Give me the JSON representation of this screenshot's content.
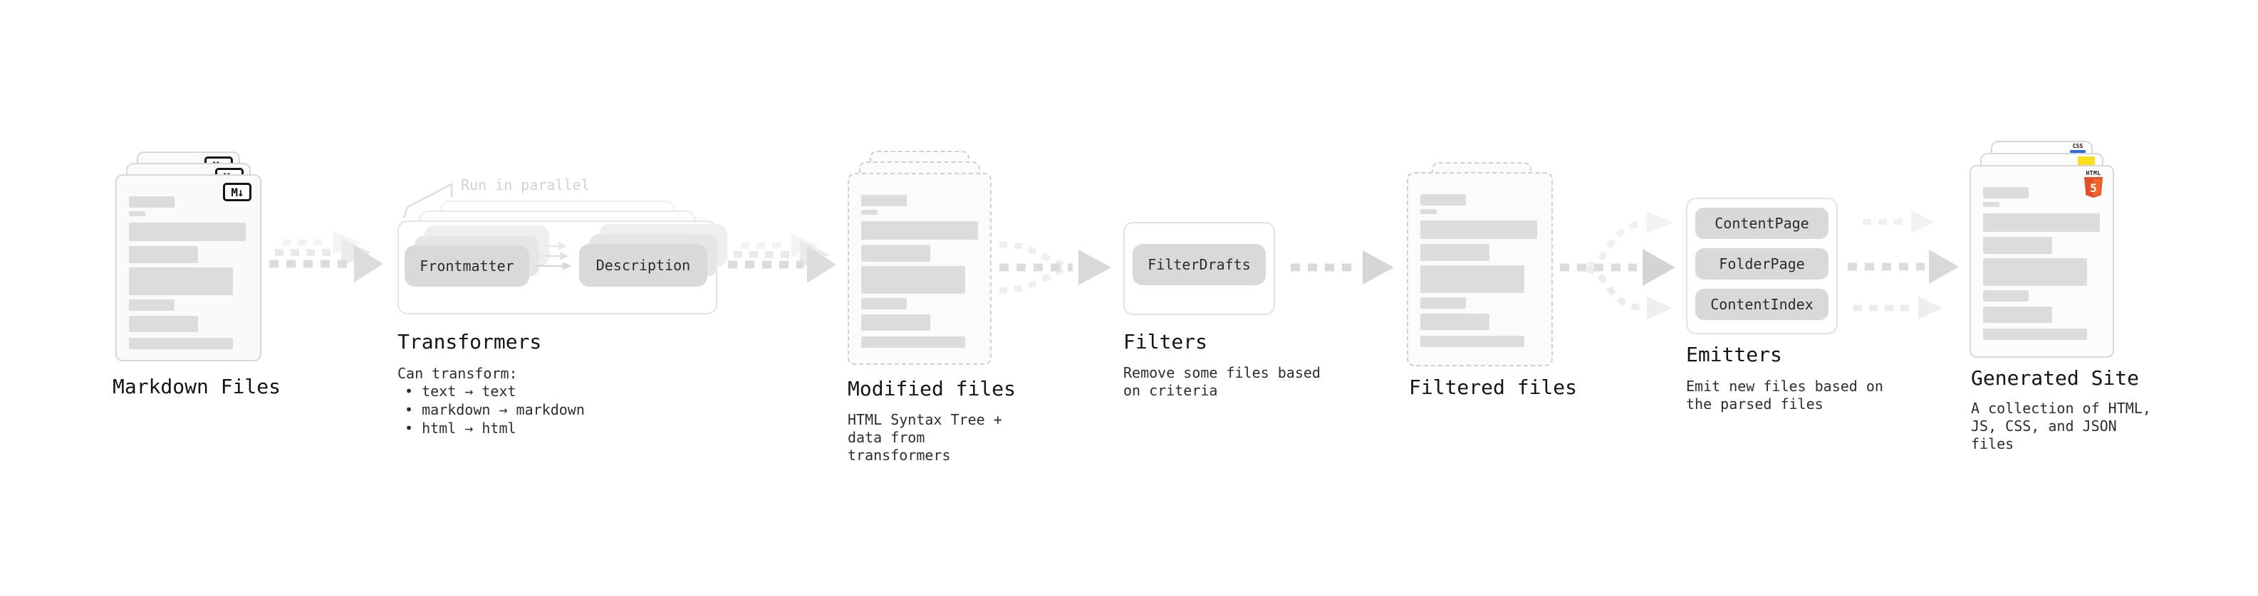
{
  "diagram": {
    "markdown": {
      "title": "Markdown Files",
      "badge": "M↓"
    },
    "transformers": {
      "annotation": "Run in parallel",
      "pill_frontmatter": "Frontmatter",
      "pill_description": "Description",
      "title": "Transformers",
      "desc_heading": "Can transform:",
      "bullets": [
        "• text → text",
        "• markdown → markdown",
        "• html → html"
      ]
    },
    "modified": {
      "title": "Modified files",
      "desc": "HTML Syntax Tree +\ndata from transformers"
    },
    "filters": {
      "title": "Filters",
      "pill": "FilterDrafts",
      "desc": "Remove some files based\non criteria"
    },
    "filtered": {
      "title": "Filtered files"
    },
    "emitters": {
      "title": "Emitters",
      "pills": [
        "ContentPage",
        "FolderPage",
        "ContentIndex"
      ],
      "desc": "Emit new files based on\nthe parsed files"
    },
    "generated": {
      "title": "Generated Site",
      "desc": "A collection of HTML,\nJS, CSS, and JSON files",
      "css_badge": "CSS",
      "html_badge_label": "HTML",
      "html_badge_number": "5"
    }
  },
  "colors": {
    "html5_orange": "#e44d26",
    "html5_orange_light": "#f16529",
    "js_yellow": "#ffdf1c",
    "css_blue": "#2f6be4",
    "arrow_gray": "#dcdcdc",
    "card_border": "#d8d8d8"
  }
}
